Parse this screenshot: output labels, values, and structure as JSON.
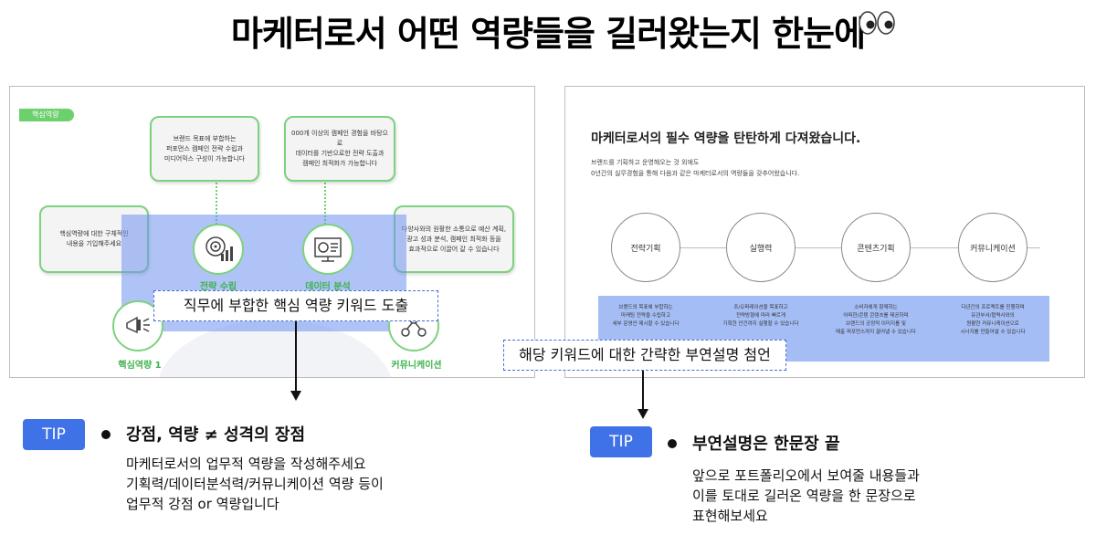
{
  "title": "마케터로서 어떤 역량들을 길러왔는지 한눈에",
  "left_slide": {
    "tag": "핵심역량",
    "bubbles": {
      "top_left": "브랜드 목표에 부합하는\n퍼포먼스 캠페인 전략 수립과\n미디어믹스 구성이 가능합니다",
      "top_right": "000개 이상의 캠페인 경험을 바탕으로\n데이터를 기반으로한 전략 도출과\n캠페인 최적화가 가능합니다",
      "mid_left": "핵심역량에 대한 구체적인\n내용을 기입해주세요",
      "mid_right": "다양사와의 원활한 소통으로 예산 계획,\n광고 성과 분석, 캠페인 최적화 등을\n효과적으로 이끌어 갈 수 있습니다"
    },
    "labels": {
      "strategy": "전략 수립",
      "data": "데이터 분석",
      "core1": "핵심역량 1",
      "communication": "커뮤니케이션"
    },
    "callout": "직무에 부합한 핵심 역량 키워드 도출"
  },
  "right_slide": {
    "heading": "마케터로서의 필수 역량을 탄탄하게 다져왔습니다.",
    "sub1": "브랜드를 기획하고 운영해오는 것 외에도",
    "sub2": "0년간의 실무경험을 통해 다음과 같은 마케터로서의 역량들을 갖추어왔습니다.",
    "circles": [
      "전략기획",
      "실행력",
      "콘텐츠기획",
      "커뮤니케이션"
    ],
    "band_texts": [
      "브랜드의 목표에 부합하는\n마케팅 전략을 수립하고\n세부 운영안 제시할 수 있습니다",
      "조/오퍼레이션을 목표하고\n전략방향에 따라 빠르게\n기획한 안건까지 실행할 수 있습니다",
      "소비자에게 함께하는\n어떠한/콘텐 콘텐츠를 제공하며\n브랜드의 긍정적 이미지를 및\n매출 퍼포먼스까지 끌어낼 수 있습니다",
      "다년간의 프로젝트를 진행하며\n유관부서/협력사와의\n원활한 커뮤니케이션으로\n시너지를 만들어낼 수 있습니다"
    ],
    "callout": "해당 키워드에 대한 간략한 부연설명 첨언"
  },
  "tip_left": {
    "badge": "TIP",
    "heading": "강점, 역량 ≠ 성격의 장점",
    "lines": [
      "마케터로서의 업무적 역량을 작성해주세요",
      "기획력/데이터분석력/커뮤니케이션 역량 등이",
      "업무적 강점 or 역량입니다"
    ]
  },
  "tip_right": {
    "badge": "TIP",
    "heading": "부연설명은 한문장 끝",
    "lines": [
      "앞으로 포트폴리오에서 보여줄 내용들과",
      "이를 토대로 길러온 역량을 한 문장으로",
      "표현해보세요"
    ]
  },
  "icons": {
    "eyes": "eyes-icon",
    "strategy": "target-chart-icon",
    "data": "analytics-screen-icon",
    "core1": "megaphone-icon",
    "communication": "people-network-icon"
  },
  "colors": {
    "accent_blue": "#3f72e6",
    "highlight_blue": "#a5bdf5",
    "green": "#6cd06c"
  }
}
